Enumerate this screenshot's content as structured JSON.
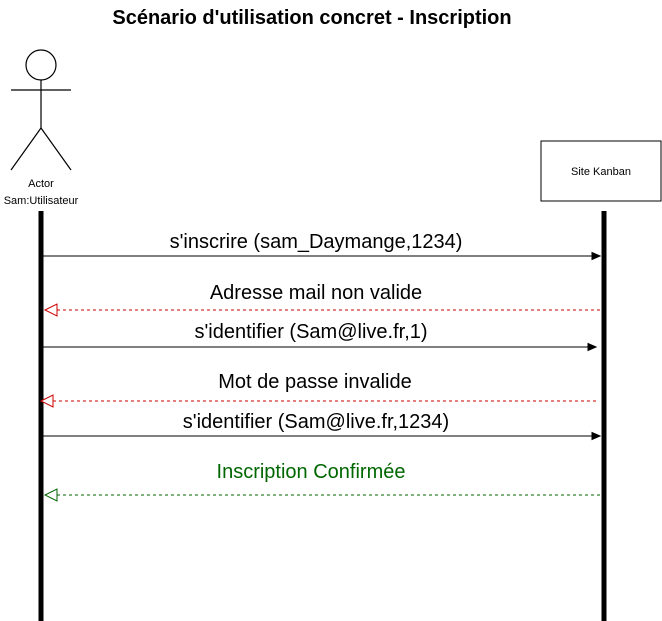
{
  "title": "Scénario d'utilisation concret - Inscription",
  "colors": {
    "line": "#000000",
    "error": "#cc0000",
    "success": "#006600"
  },
  "actor": {
    "label_top": "Actor",
    "label_bottom": "Sam:Utilisateur"
  },
  "system": {
    "label": "Site Kanban"
  },
  "messages": [
    {
      "text": "s'inscrire (sam_Daymange,1234)",
      "kind": "request"
    },
    {
      "text": "Adresse mail non valide",
      "kind": "error"
    },
    {
      "text": "s'identifier (Sam@live.fr,1)",
      "kind": "request"
    },
    {
      "text": "Mot de passe invalide",
      "kind": "error"
    },
    {
      "text": "s'identifier (Sam@live.fr,1234)",
      "kind": "request"
    },
    {
      "text": "Inscription Confirmée",
      "kind": "success"
    }
  ]
}
